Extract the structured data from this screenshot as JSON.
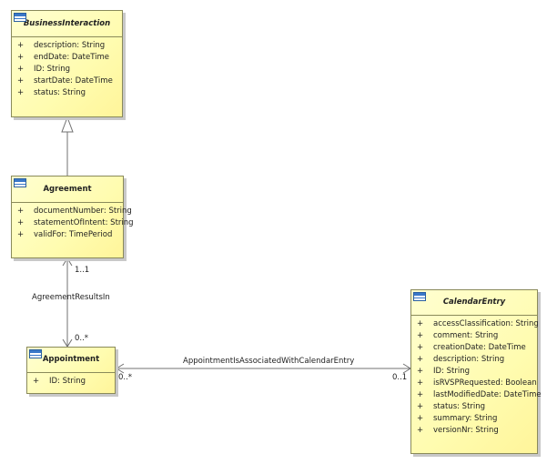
{
  "classes": {
    "business_interaction": {
      "name": "BusinessInteraction",
      "attributes": [
        {
          "vis": "+",
          "text": "description: String"
        },
        {
          "vis": "+",
          "text": "endDate: DateTime"
        },
        {
          "vis": "+",
          "text": "ID: String"
        },
        {
          "vis": "+",
          "text": "startDate: DateTime"
        },
        {
          "vis": "+",
          "text": "status: String"
        }
      ]
    },
    "agreement": {
      "name": "Agreement",
      "attributes": [
        {
          "vis": "+",
          "text": "documentNumber: String"
        },
        {
          "vis": "+",
          "text": "statementOfIntent: String"
        },
        {
          "vis": "+",
          "text": "validFor: TimePeriod"
        }
      ]
    },
    "appointment": {
      "name": "Appointment",
      "attributes": [
        {
          "vis": "+",
          "text": "ID: String"
        }
      ]
    },
    "calendar_entry": {
      "name": "CalendarEntry",
      "attributes": [
        {
          "vis": "+",
          "text": "accessClassification: String"
        },
        {
          "vis": "+",
          "text": "comment: String"
        },
        {
          "vis": "+",
          "text": "creationDate: DateTime"
        },
        {
          "vis": "+",
          "text": "description: String"
        },
        {
          "vis": "+",
          "text": "ID: String"
        },
        {
          "vis": "+",
          "text": "isRVSPRequested: Boolean"
        },
        {
          "vis": "+",
          "text": "lastModifiedDate: DateTime"
        },
        {
          "vis": "+",
          "text": "status: String"
        },
        {
          "vis": "+",
          "text": "summary: String"
        },
        {
          "vis": "+",
          "text": "versionNr: String"
        }
      ]
    }
  },
  "associations": {
    "agreement_results_in": {
      "name": "AgreementResultsIn",
      "source_multiplicity": "1..1",
      "target_multiplicity": "0..*"
    },
    "appointment_calendar": {
      "name": "AppointmentIsAssociatedWithCalendarEntry",
      "source_multiplicity": "0..*",
      "target_multiplicity": "0..1"
    }
  },
  "colors": {
    "class_fill": "#fffcb0",
    "class_border": "#8a8a5a",
    "icon_blue": "#3a78c8",
    "line": "#707070"
  }
}
